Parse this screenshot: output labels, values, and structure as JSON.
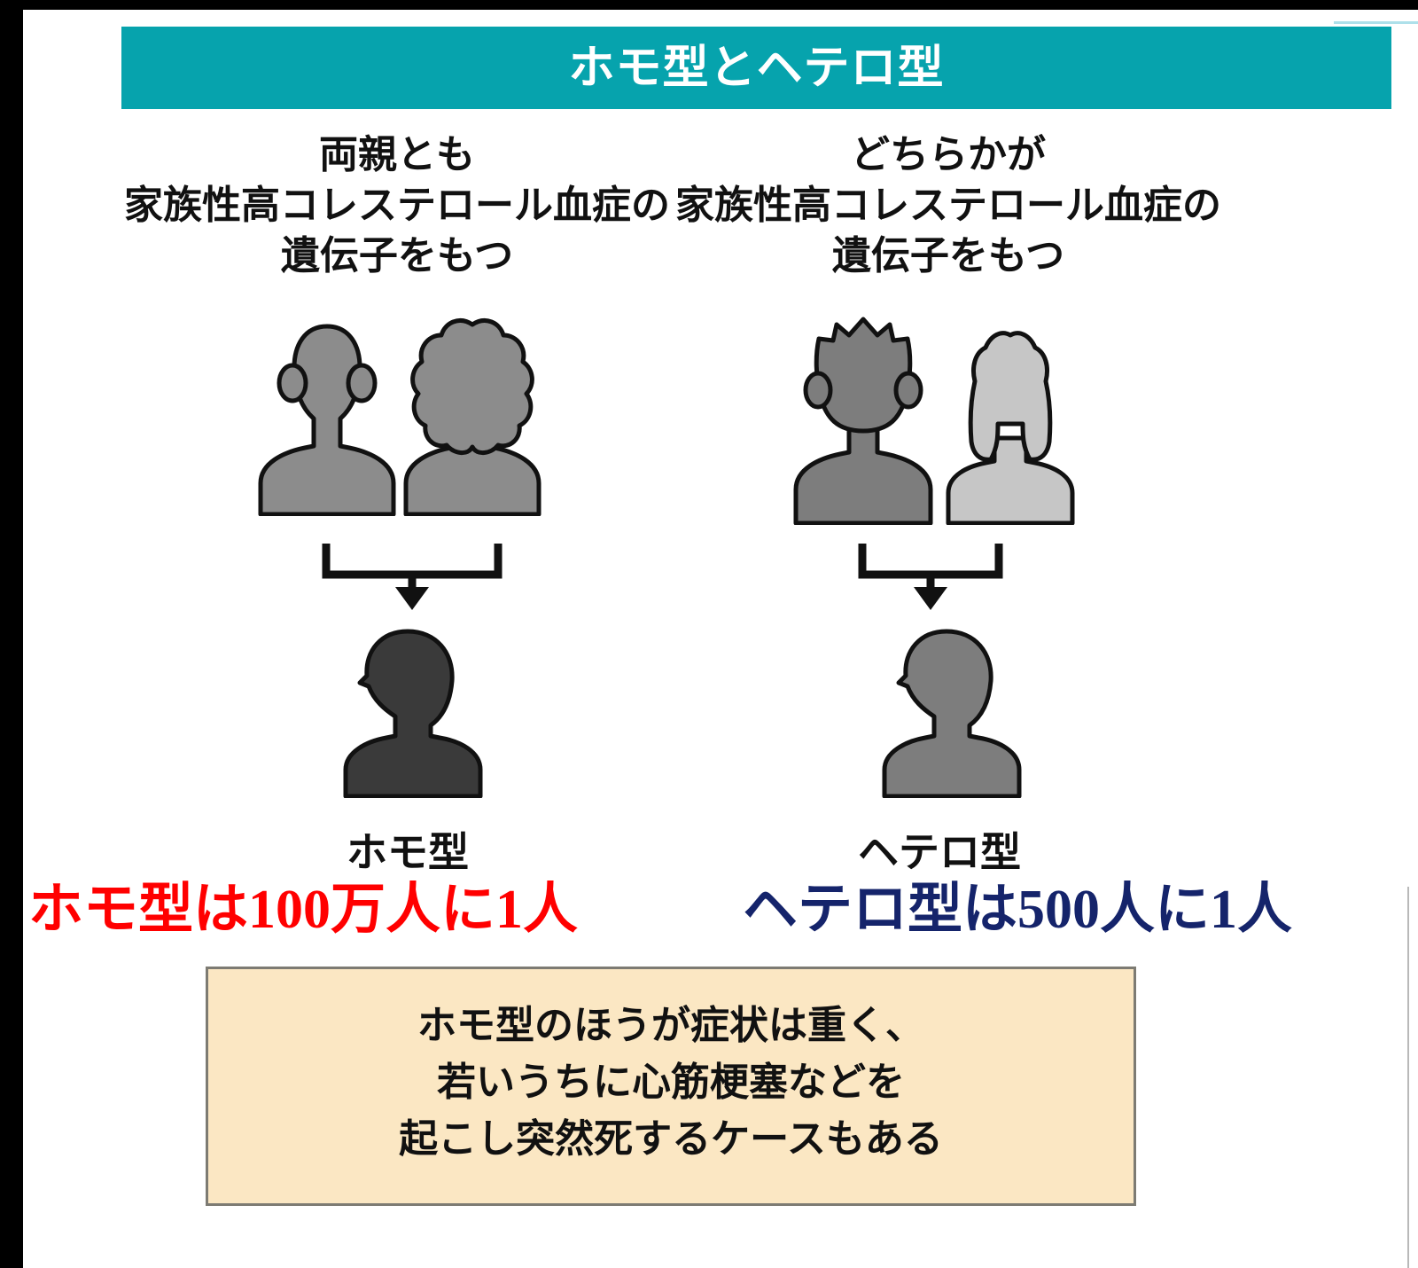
{
  "banner": {
    "title": "ホモ型とヘテロ型",
    "bg_color": "#06A3AD",
    "text_color": "#FFFFFF"
  },
  "columns": [
    {
      "id": "homozygous",
      "caption": "両親とも\n家族性高コレステロール血症の\n遺伝子をもつ",
      "parents": [
        {
          "role": "father",
          "icon": "person-male-icon",
          "fill": "#8C8C8C"
        },
        {
          "role": "mother",
          "icon": "person-female-wavy-icon",
          "fill": "#8C8C8C"
        }
      ],
      "arrow_icon": "bracket-down-arrow-icon",
      "child": {
        "icon": "person-child-icon",
        "fill": "#3A3A3A"
      },
      "type_label": "ホモ型",
      "prevalence": "ホモ型は100万人に1人",
      "prevalence_color": "#FF0000"
    },
    {
      "id": "heterozygous",
      "caption": "どちらかが\n家族性高コレステロール血症の\n遺伝子をもつ",
      "parents": [
        {
          "role": "father",
          "icon": "person-male-spiky-icon",
          "fill": "#7D7D7D"
        },
        {
          "role": "mother",
          "icon": "person-female-long-icon",
          "fill": "#C6C6C6"
        }
      ],
      "arrow_icon": "bracket-down-arrow-icon",
      "child": {
        "icon": "person-child-icon",
        "fill": "#7D7D7D"
      },
      "type_label": "ヘテロ型",
      "prevalence": "ヘテロ型は500人に1人",
      "prevalence_color": "#15246B"
    }
  ],
  "note": {
    "text": "ホモ型のほうが症状は重く、\n若いうちに心筋梗塞などを\n起こし突然死するケースもある",
    "bg_color": "#FBE7C3",
    "border_color": "#7D7B73"
  }
}
